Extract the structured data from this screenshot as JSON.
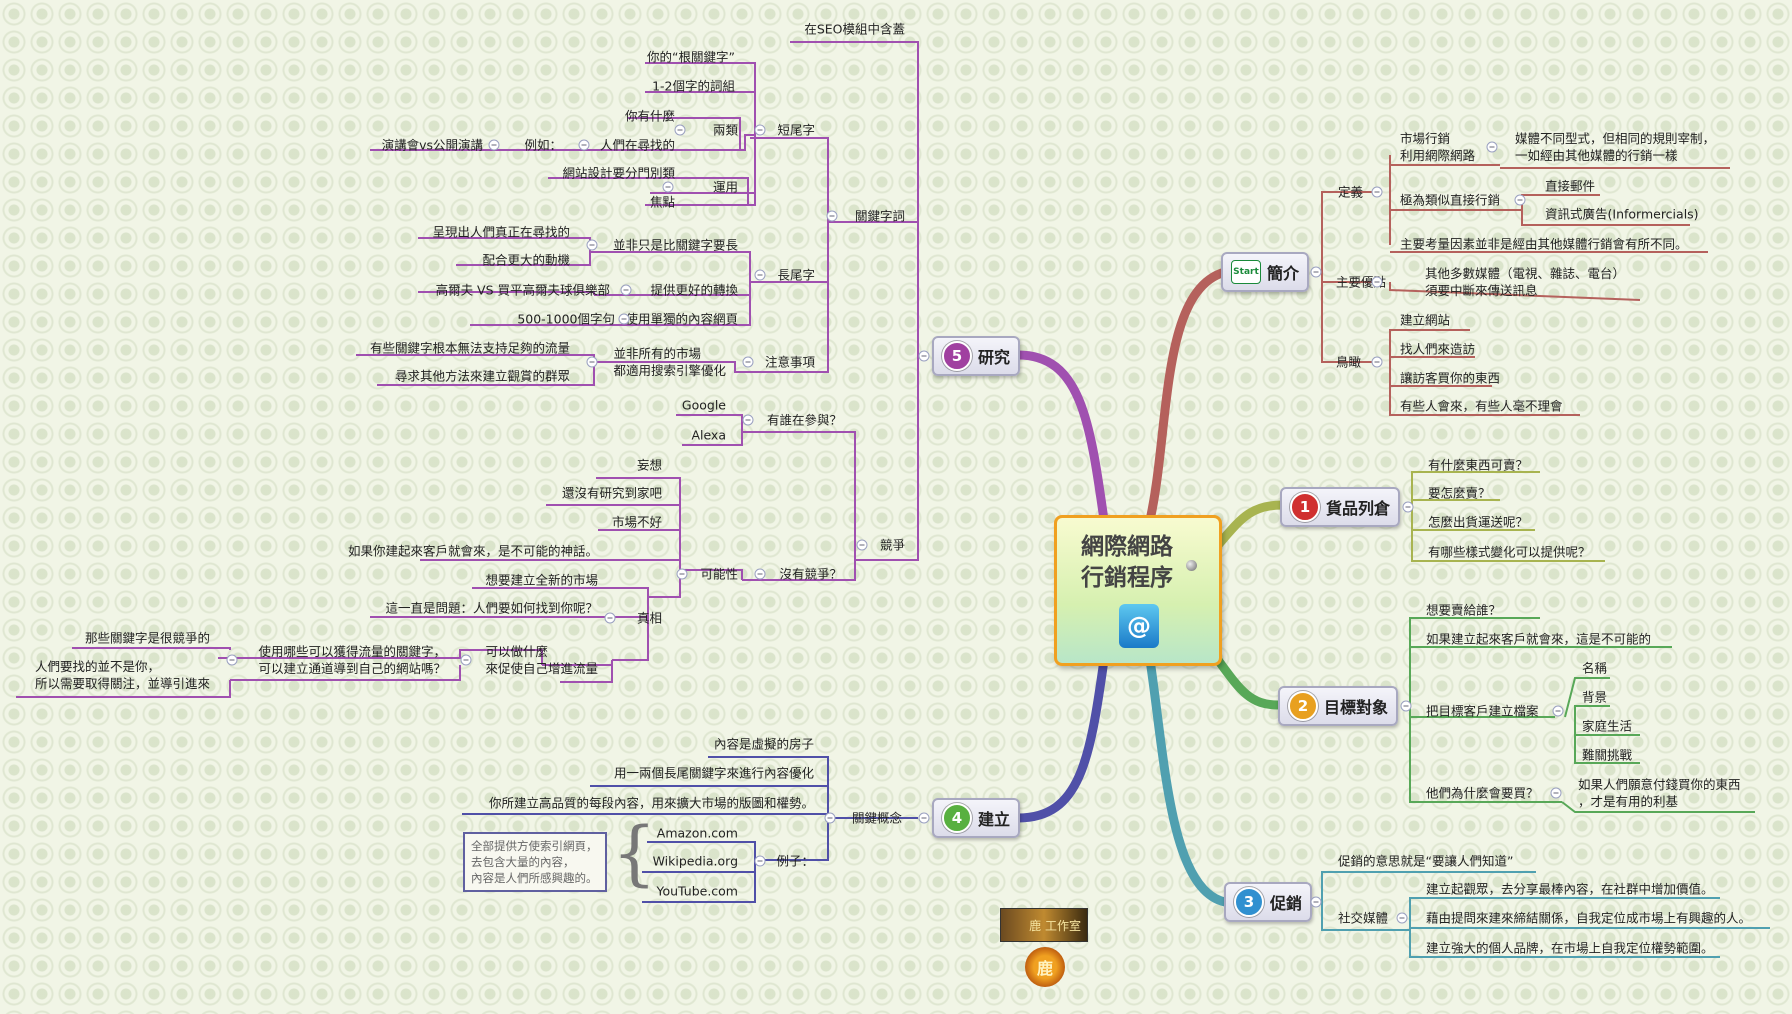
{
  "center": {
    "title": "網際網路\n行銷程序",
    "icon": "at-sign-notebook-icon"
  },
  "colors": {
    "intro": "#b5615c",
    "goods": "#a8b450",
    "target": "#58a858",
    "promo": "#50a0b0",
    "build": "#5050a8",
    "research": "#a050b0",
    "leaf": "#808080"
  },
  "branches": {
    "intro": {
      "label": "簡介",
      "badge": "Start",
      "def": "定義",
      "def_market": "市場行銷\n利用網際網路",
      "def_market_note": "媒體不同型式，但相同的規則宰制，\n一如經由其他媒體的行銷一樣",
      "def_direct": "極為類似直接行銷",
      "def_direct_mail": "直接郵件",
      "def_infomercial": "資訊式廣告(Informercials)",
      "def_key": "主要考量因素並非是經由其他媒體行銷會有所不同。",
      "adv": "主要優點",
      "adv_note": "其他多數媒體（電視、雜誌、電台）\n須要中斷來傳送訊息",
      "overview": "鳥瞰",
      "ov1": "建立網站",
      "ov2": "找人們來造訪",
      "ov3": "讓訪客買你的東西",
      "ov4": "有些人會來，有些人毫不理會"
    },
    "goods": {
      "label": "貨品列倉",
      "badge": "1",
      "q1": "有什麼東西可賣？",
      "q2": "要怎麼賣？",
      "q3": "怎麼出貨運送呢？",
      "q4": "有哪些樣式變化可以提供呢？"
    },
    "target": {
      "label": "目標對象",
      "badge": "2",
      "t1": "想要賣給誰？",
      "t2": "如果建立起來客戶就會來，這是不可能的",
      "profile": "把目標客戶建立檔案",
      "p1": "名稱",
      "p2": "背景",
      "p3": "家庭生活",
      "p4": "難關挑戰",
      "why": "他們為什麼會要買？",
      "why_note": "如果人們願意付錢買你的東西\n，才是有用的利基"
    },
    "promo": {
      "label": "促銷",
      "badge": "3",
      "meaning": "促銷的意思就是“要讓人們知道”",
      "social": "社交媒體",
      "s1": "建立起觀眾，去分享最棒內容，在社群中增加價值。",
      "s2": "藉由提問來建來締結關係，自我定位成市場上有興趣的人。",
      "s3": "建立強大的個人品牌，在市場上自我定位權勢範圍。"
    },
    "build": {
      "label": "建立",
      "badge": "4",
      "concept": "關鍵概念",
      "c1": "內容是虛擬的房子",
      "c2": "用一兩個長尾關鍵字來進行內容優化",
      "c3": "你所建立高品質的每段內容，用來擴大市場的版圖和權勢。",
      "example": "例子：",
      "e1": "Amazon.com",
      "e2": "Wikipedia.org",
      "e3": "YouTube.com",
      "note": "全部提供方使索引網頁，\n去包含大量的內容，\n內容是人們所感興趣的。"
    },
    "research": {
      "label": "研究",
      "badge": "5",
      "seo": "在SEO模組中含蓋",
      "kw": "關鍵字詞",
      "short": "短尾字",
      "short_root": "你的“根關鍵字”",
      "short_words": "1-2個字的詞組",
      "two_types": "兩類",
      "what_you_have": "你有什麼",
      "people_seek": "人們在尋找的",
      "example": "例如：",
      "concert": "演講會vs公開演講",
      "use": "運用",
      "use1": "網站設計要分門別類",
      "use2": "焦點",
      "long": "長尾字",
      "long_not_just": "並非只是比關鍵字要長",
      "long_show": "呈現出人們真正在尋找的",
      "long_motive": "配合更大的動機",
      "long_convert": "提供更好的轉換",
      "long_golf": "高爾夫 VS 買平高爾夫球俱樂部",
      "long_page": "使用單獨的內容網頁",
      "long_len": "500-1000個字句",
      "notes": "注意事項",
      "notes_market": "並非所有的市場\n都適用搜索引擎優化",
      "notes_a": "有些關鍵字根本無法支持足夠的流量",
      "notes_b": "尋求其他方法來建立觀賞的群眾",
      "comp": "競爭",
      "who": "有誰在參與？",
      "google": "Google",
      "alexa": "Alexa",
      "nocomp": "沒有競爭？",
      "possible": "可能性",
      "delusion": "妄想",
      "notresearched": "還沒有研究到家吧",
      "badmarket": "市場不好",
      "myth": "如果你建起來客戶就會來，是不可能的神話。",
      "newmarket": "想要建立全新的市場",
      "truth": "真相",
      "problem": "這一直是問題：人們要如何找到你呢？",
      "whatcan": "可以做什麼\n來促使自己增進流量",
      "whichkw": "使用哪些可以獲得流量的關鍵字，\n可以建立通道導到自己的網站嗎？",
      "compkw": "那些關鍵字是很競爭的",
      "seeknot": "人們要找的並不是你，\n所以需要取得關注，並導引進來"
    }
  },
  "footer": {
    "logo_text": "鹿 工作室",
    "seal_text": "鹿"
  }
}
